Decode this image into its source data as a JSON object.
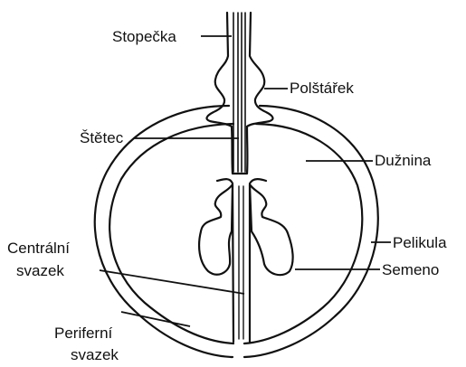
{
  "diagram": {
    "labels": {
      "stopecka": "Stopečka",
      "polstarek": "Polštářek",
      "stetec": "Štětec",
      "duznina": "Dužnina",
      "centralni_1": "Centrální",
      "centralni_2": "svazek",
      "pelikula": "Pelikula",
      "semeno": "Semeno",
      "periferni_1": "Periferní",
      "periferni_2": "svazek"
    }
  }
}
